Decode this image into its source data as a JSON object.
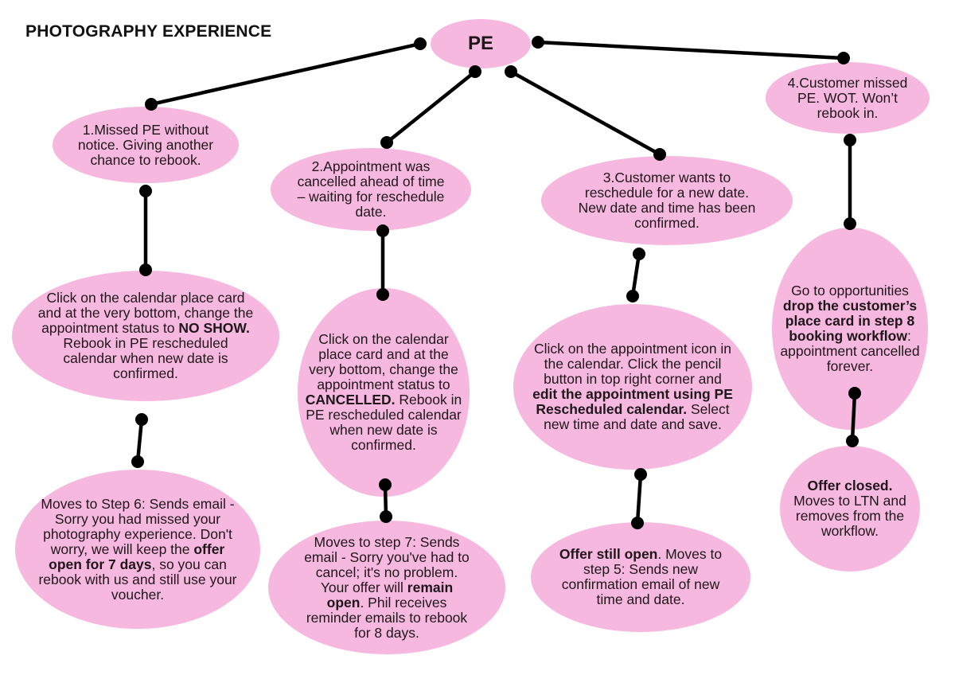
{
  "title": "PHOTOGRAPHY EXPERIENCE",
  "colors": {
    "node_fill": "#f6b8df",
    "connector": "#000000",
    "text": "#1f161c"
  },
  "nodes": {
    "root": {
      "text": [
        [
          "PE",
          true
        ]
      ]
    },
    "case1": {
      "text": [
        [
          "1.Missed PE without notice. Giving another chance to rebook.",
          false
        ]
      ]
    },
    "case2": {
      "text": [
        [
          "2.Appointment was cancelled ahead of time – waiting for reschedule date.",
          false
        ]
      ]
    },
    "case3": {
      "text": [
        [
          "3.Customer wants to reschedule for a new date. New date and time has been confirmed.",
          false
        ]
      ]
    },
    "case4": {
      "text": [
        [
          "4.Customer missed PE. WOT. Won’t rebook in.",
          false
        ]
      ]
    },
    "action1": {
      "text": [
        [
          "Click on the calendar place card and at the very bottom, change the appointment status to ",
          false
        ],
        [
          "NO SHOW.",
          true
        ],
        [
          " Rebook in PE rescheduled calendar when new date is confirmed.",
          false
        ]
      ]
    },
    "action2": {
      "text": [
        [
          "Click on the calendar place card and at the very bottom, change the appointment status to ",
          false
        ],
        [
          "CANCELLED.",
          true
        ],
        [
          " Rebook in PE rescheduled calendar when new date is confirmed.",
          false
        ]
      ]
    },
    "action3": {
      "text": [
        [
          "Click on the appointment icon in the calendar. Click the pencil button in top right corner and ",
          false
        ],
        [
          "edit the appointment using PE Rescheduled calendar.",
          true
        ],
        [
          " Select new time and date and save.",
          false
        ]
      ]
    },
    "action4": {
      "text": [
        [
          "Go to opportunities ",
          false
        ],
        [
          "drop the customer’s place card in step 8 booking workflow",
          true
        ],
        [
          ": appointment cancelled forever.",
          false
        ]
      ]
    },
    "result1": {
      "text": [
        [
          "Moves to Step 6: Sends email - Sorry you had missed your photography experience. Don't worry, we will keep the ",
          false
        ],
        [
          "offer open for 7 days",
          true
        ],
        [
          ", so you can rebook with us and still use your voucher.",
          false
        ]
      ]
    },
    "result2": {
      "text": [
        [
          "Moves to step 7: Sends email - Sorry you've had to cancel; it's no problem. Your offer will ",
          false
        ],
        [
          "remain open",
          true
        ],
        [
          ". Phil receives reminder emails to rebook for 8 days.",
          false
        ]
      ]
    },
    "result3": {
      "text": [
        [
          "Offer still open",
          true
        ],
        [
          ". Moves to step 5: Sends new confirmation email of new time and date.",
          false
        ]
      ]
    },
    "result4": {
      "text": [
        [
          "Offer closed.",
          true
        ],
        [
          " Moves to LTN and removes from the workflow.",
          false
        ]
      ]
    }
  },
  "edges": [
    {
      "from": "root",
      "to": "case1"
    },
    {
      "from": "root",
      "to": "case2"
    },
    {
      "from": "root",
      "to": "case3"
    },
    {
      "from": "root",
      "to": "case4"
    },
    {
      "from": "case1",
      "to": "action1"
    },
    {
      "from": "case2",
      "to": "action2"
    },
    {
      "from": "case3",
      "to": "action3"
    },
    {
      "from": "case4",
      "to": "action4"
    },
    {
      "from": "action1",
      "to": "result1"
    },
    {
      "from": "action2",
      "to": "result2"
    },
    {
      "from": "action3",
      "to": "result3"
    },
    {
      "from": "action4",
      "to": "result4"
    }
  ]
}
